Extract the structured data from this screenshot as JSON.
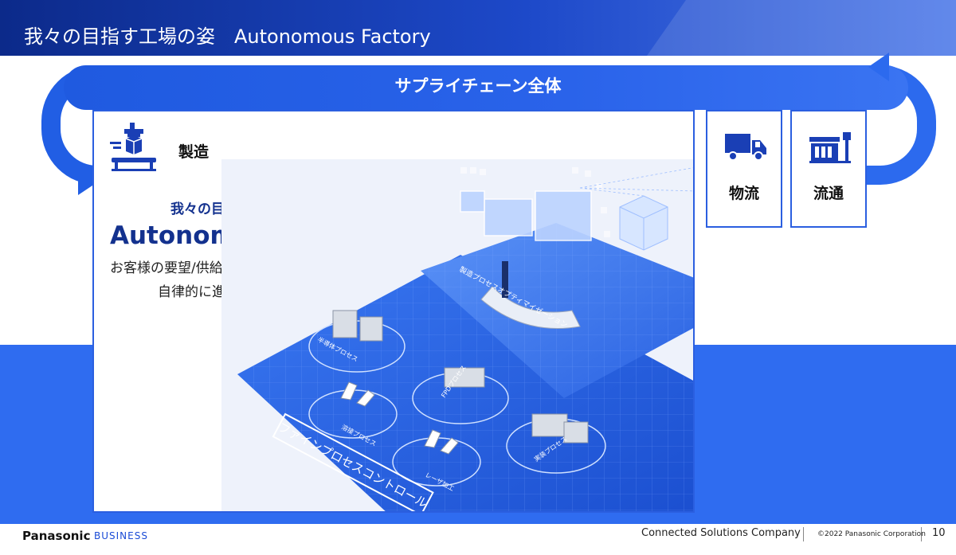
{
  "header": {
    "title": "我々の目指す工場の姿　Autonomous Factory"
  },
  "supply_chain": {
    "label": "サプライチェーン全体"
  },
  "manufacturing": {
    "label": "製造",
    "goal_sub": "我々の目指す工場の姿",
    "goal_title": "Autonomous　Factory",
    "desc_line1": "お客様の要望/供給の変化に即応可能な",
    "desc_line2": "自律的に進化し続ける工場"
  },
  "illustration": {
    "platform_label": "ファインプロセスコントロール",
    "top_label": "製造プロセスオプティマイゼーション",
    "station_labels": [
      "半導体プロセス",
      "FPDプロセス",
      "溶接プロセス",
      "レーザ加工",
      "実装プロセス"
    ]
  },
  "side_boxes": [
    {
      "label": "物流",
      "icon": "truck-icon"
    },
    {
      "label": "流通",
      "icon": "store-icon"
    }
  ],
  "footer": {
    "brand": "Panasonic",
    "brand_sub": "BUSINESS",
    "company": "Connected Solutions Company",
    "copyright": "©2022 Panasonic Corporation",
    "page": "10"
  },
  "colors": {
    "primary": "#1d49c9",
    "accent": "#2f6cf0",
    "navy": "#13318e"
  }
}
